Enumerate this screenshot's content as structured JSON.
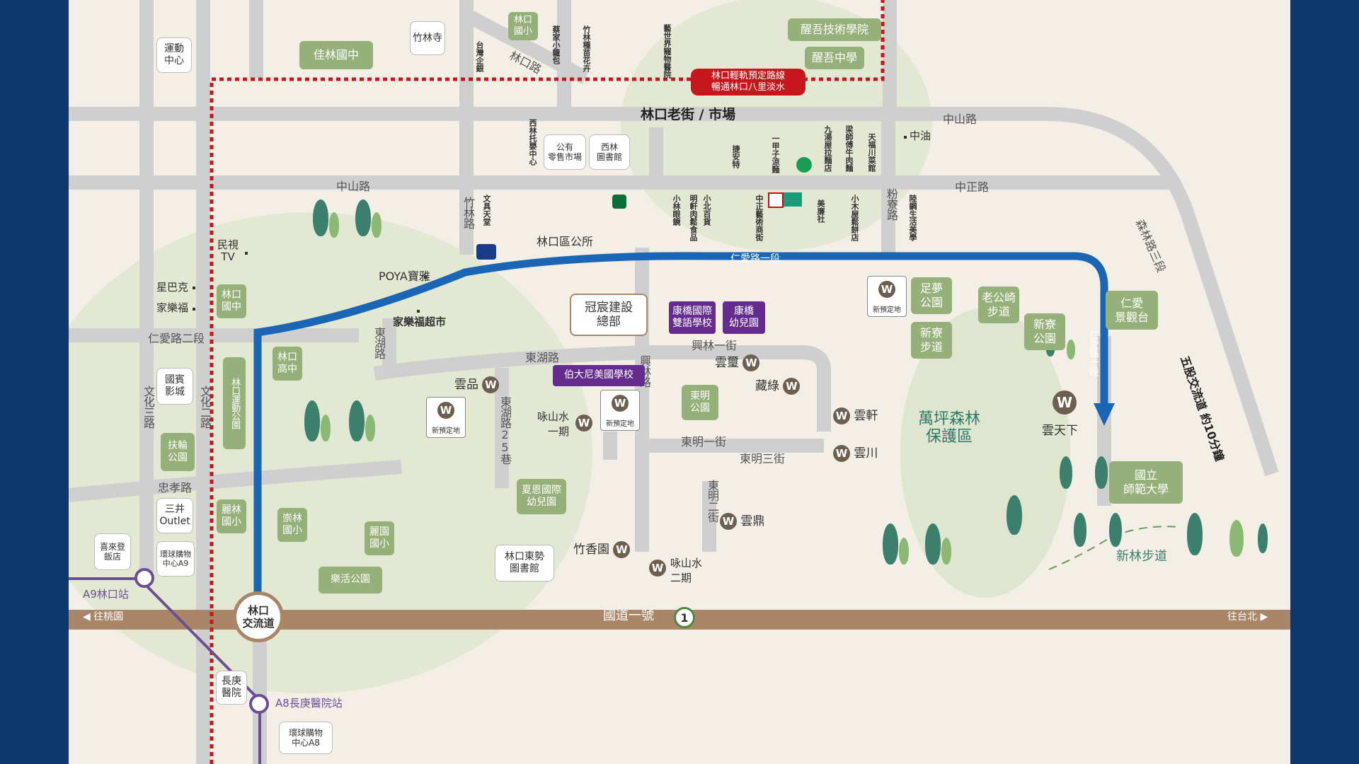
{
  "colors": {
    "frame": "#0d3a6e",
    "background": "#f3eee6",
    "road": "#c9c9c9",
    "highway": "#a98667",
    "blue_route": "#1a66b5",
    "light_rail": "#c8161d",
    "green_label": "#95b078",
    "purple_label": "#652c8f",
    "metro": "#6b4e94"
  },
  "area": {
    "title": "林口老街 / 市場",
    "forest": "萬坪森林\n保護區"
  },
  "light_rail": {
    "label": "林口輕軌預定路線\n暢通林口八里淡水"
  },
  "highway": {
    "name": "國道一號",
    "shield": "1",
    "west": "往桃園",
    "east": "往台北",
    "interchange": "林口\n交流道"
  },
  "metro": {
    "a9": "A9林口站",
    "a8": "A8長庚醫院站"
  },
  "roads": {
    "zhongshan_top": "中山路",
    "zhongshan_east": "中山路",
    "zhongshan_mid": "中山路",
    "zhongzheng": "中正路",
    "linkou": "林口路",
    "renai1": "仁愛路一段",
    "renai1_v": "仁愛路一段",
    "renai2": "仁愛路二段",
    "zhulin": "竹林路",
    "donghu": "東湖路",
    "donghu_v": "東湖路",
    "donghu25": "東湖路25巷",
    "xinglin": "興林路",
    "xinglin1": "興林一街",
    "dongming1": "東明一街",
    "dongming3": "東明三街",
    "dongming2": "東明二街",
    "wenhua3": "文化三路",
    "wenhua2": "文化二路",
    "zhongxiao": "忠孝路",
    "fenliao": "粉寮路",
    "senlin3": "森林路三段",
    "wugu": "五股交流道 約10分鐘",
    "trail": "新林步道"
  },
  "poi": {
    "sports_center": "運動\n中心",
    "jialin": "佳林國中",
    "zhulin_temple": "竹林寺",
    "linkou_elem": "林口\n國小",
    "xingwu_college": "醒吾技術學院",
    "xingwu_hs": "醒吾中學",
    "public_market": "公有\n零售市場",
    "xilin_lib": "西林\n圖書館",
    "minshi_tv": "民視\nTV",
    "linkou_jh": "林口\n國中",
    "starbucks": "星巴克",
    "carrefour_small": "家樂福",
    "poya": "POYA寶雅",
    "carrefour": "家樂福超市",
    "district_office": "林口區公所",
    "hq": "冠宸建設\n總部",
    "kangqiao": "康橋國際\n雙語學校",
    "kangqiao_k": "康橋\n幼兒園",
    "bodanny": "伯大尼美國學校",
    "linkou_hs": "林口\n高中",
    "ambassador": "國賓\n影城",
    "sports_park": "林口運動公園",
    "fulun_park": "扶輪\n公園",
    "mitsui": "三井\nOutlet",
    "lilin": "麗林\n國小",
    "chonglin": "崇林\n國小",
    "liyuan": "麗園\n國小",
    "lehuo": "樂活公園",
    "xiaen": "夏恩國際\n幼兒園",
    "library_east": "林口東勢\n圖書館",
    "dongming_park": "東明\n公園",
    "zumeng": "足夢\n公園",
    "laogongqi": "老公崎\n步道",
    "xinliao_trail": "新寮\n步道",
    "xinliao_park": "新寮\n公園",
    "renai_view": "仁愛\n景觀台",
    "ntnu": "國立\n師範大學",
    "sheraton": "喜來登\n飯店",
    "global_a9": "環球購物\n中心A9",
    "changgung": "長庚\n醫院",
    "global_a8": "環球購物\n中心A8",
    "gas": "中油"
  },
  "shops": [
    "台灣企銀",
    "蔡家小籠包",
    "竹林種苗花卉",
    "藝世界寵物醫院",
    "西林托嬰中心",
    "捷安特",
    "一甲子涼麵",
    "九湯屋拉麵店",
    "梁師傅牛肉麵",
    "天福川菜館",
    "文具天堂",
    "小林眼鏡",
    "明軒肉鬆食品",
    "小北百貨",
    "中正藝術商街",
    "美廉社",
    "小木屋鬆餅店",
    "陸鋼生活美學"
  ],
  "developments": {
    "new_site": "新預定地",
    "yunpin": "雲品",
    "yunxi": "雲璽",
    "canglu": "藏綠",
    "yongshanshui1": "咏山水\n一期",
    "yunxuan": "雲軒",
    "yunchuan": "雲川",
    "yunding": "雲鼎",
    "zhuxiangyuan": "竹香園",
    "yongshanshui2": "咏山水\n二期",
    "yuntianxia": "雲天下"
  },
  "icons": {
    "w_mark": "W",
    "seven_eleven": "seven-eleven-icon",
    "family_mart": "familymart-icon",
    "post": "post-office-icon",
    "bank": "bank-icon",
    "starbucks_icon": "starbucks-icon"
  }
}
